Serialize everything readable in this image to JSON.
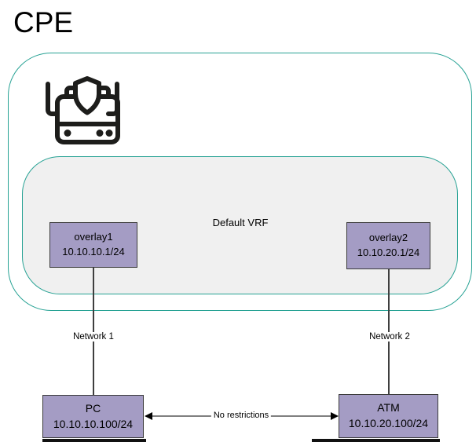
{
  "title": "CPE",
  "colors": {
    "teal_border": "#27a294",
    "vrf_fill": "#f0f0f0",
    "node_fill": "#a49cc4",
    "node_border": "#3b3b3b",
    "arrow_line": "#7f7f7f",
    "icon_color": "#1d1d1b"
  },
  "cpe": {
    "icon": "firewall-router-icon",
    "vrf": {
      "label": "Default VRF",
      "interfaces": [
        {
          "name": "overlay1",
          "ip": "10.10.10.1/24"
        },
        {
          "name": "overlay2",
          "ip": "10.10.20.1/24"
        }
      ]
    }
  },
  "links": [
    {
      "label": "Network 1"
    },
    {
      "label": "Network 2"
    }
  ],
  "hosts": [
    {
      "name": "PC",
      "ip": "10.10.10.100/24"
    },
    {
      "name": "ATM",
      "ip": "10.10.20.100/24"
    }
  ],
  "connection": {
    "label": "No restrictions"
  }
}
